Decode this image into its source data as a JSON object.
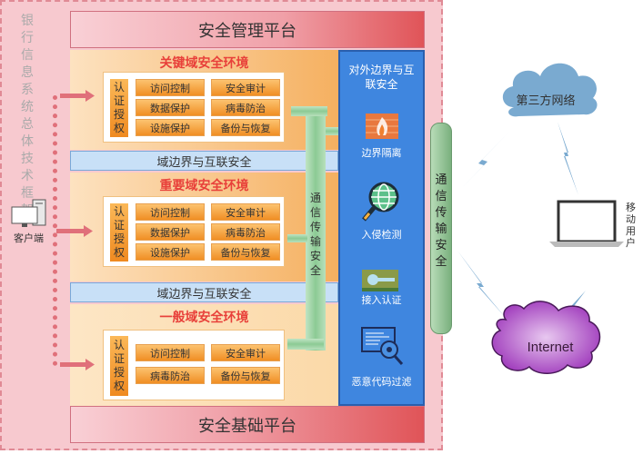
{
  "title_vertical": "银行信息系统总体技术框架",
  "top_platform": "安全管理平台",
  "bottom_platform": "安全基础平台",
  "client_label": "客户端",
  "zones": [
    {
      "title": "关键域安全环境",
      "auth": "认证授权",
      "cells": [
        "访问控制",
        "安全审计",
        "数据保护",
        "病毒防治",
        "设施保护",
        "备份与恢复"
      ]
    },
    {
      "title": "重要域安全环境",
      "auth": "认证授权",
      "cells": [
        "访问控制",
        "安全审计",
        "数据保护",
        "病毒防治",
        "设施保护",
        "备份与恢复"
      ]
    },
    {
      "title": "一般域安全环境",
      "auth": "认证授权",
      "cells": [
        "访问控制",
        "安全审计",
        "病毒防治",
        "备份与恢复"
      ]
    }
  ],
  "boundaries": [
    "域边界与互联安全",
    "域边界与互联安全"
  ],
  "inner_pipe": "通信传输安全",
  "outer_pipe": "通信传输安全",
  "blue_column": {
    "title": "对外边界与互联安全",
    "items": [
      "边界隔离",
      "入侵检测",
      "接入认证",
      "恶意代码过滤"
    ]
  },
  "network": {
    "third_party": "第三方网络",
    "mobile_user": "移动用户",
    "internet": "Internet"
  },
  "colors": {
    "accent_red": "#e8403a",
    "blue": "#3f86df",
    "pipe_green": "#8cca94",
    "internet_purple": "#a040c0",
    "cloud_blue": "#7aaad0"
  }
}
